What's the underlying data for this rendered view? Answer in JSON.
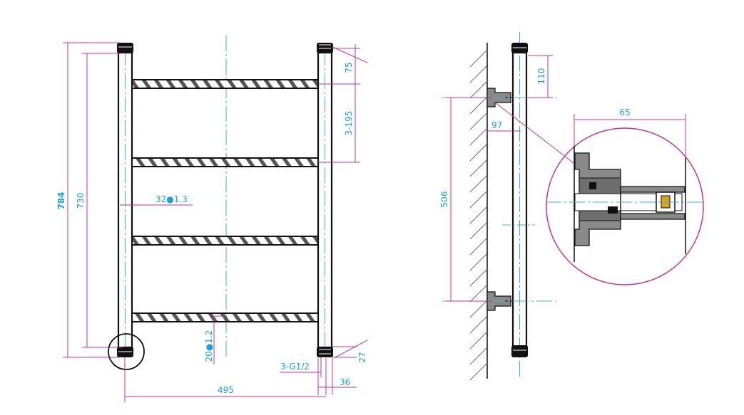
{
  "colors": {
    "dimension_line": "#c0359b",
    "dimension_text": "#1aa3d8",
    "centerline": "#3fb0e0",
    "outline": "#111111",
    "hatch": "#6b6b6b",
    "detail_fill": "#8a8a8a"
  },
  "front_view": {
    "overall_height": "784",
    "center_distance": "730",
    "top_bar_offset": "75",
    "bar_spacing": "3-195",
    "upright_tube": "32●1.3",
    "bar_tube": "20●1.2",
    "connection": "3-G1/2",
    "bottom_nut_height": "27",
    "nut_width": "36",
    "overall_width": "495"
  },
  "side_view": {
    "top_bracket_offset": "110",
    "wall_offset": "97",
    "bracket_spacing": "506"
  },
  "detail_view": {
    "depth": "65"
  }
}
